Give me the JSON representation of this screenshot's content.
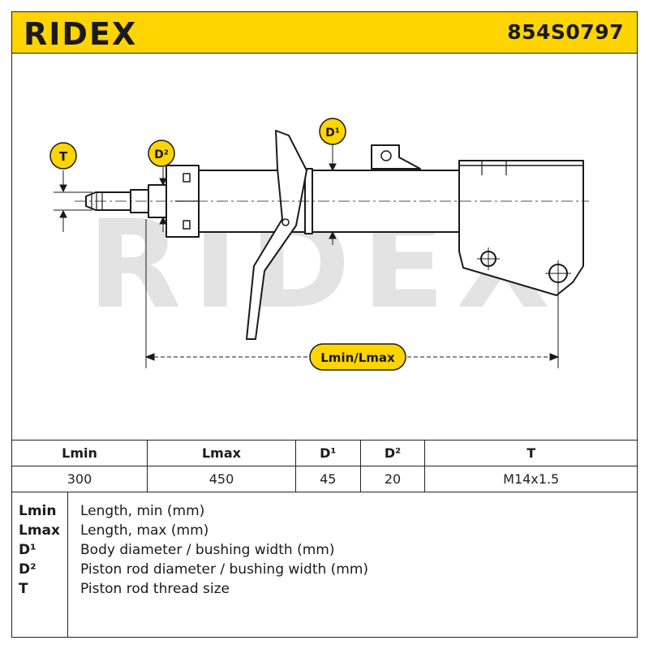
{
  "header": {
    "brand": "RIDEX",
    "part_number": "854S0797",
    "accent_color": "#ffd400"
  },
  "drawing": {
    "watermark": "RIDEX",
    "labels": {
      "t": "T",
      "d2": "D²",
      "d1": "D¹",
      "length": "Lmin/Lmax"
    },
    "icon": "strut-shock-absorber-drawing"
  },
  "specs": {
    "headers": [
      "Lmin",
      "Lmax",
      "D¹",
      "D²",
      "T"
    ],
    "values": [
      "300",
      "450",
      "45",
      "20",
      "M14x1.5"
    ]
  },
  "legend": [
    {
      "key": "Lmin",
      "desc": "Length, min (mm)"
    },
    {
      "key": "Lmax",
      "desc": "Length, max (mm)"
    },
    {
      "key": "D¹",
      "desc": "Body diameter / bushing width (mm)"
    },
    {
      "key": "D²",
      "desc": "Piston rod diameter / bushing width (mm)"
    },
    {
      "key": "T",
      "desc": "Piston rod thread size"
    }
  ]
}
